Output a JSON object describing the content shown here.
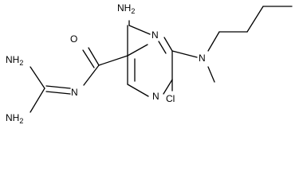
{
  "molecule": {
    "atoms": {
      "amino_top": "NH2",
      "carbonyl_oxygen": "O",
      "ring_nitrogen_top": "N",
      "ring_nitrogen_bottom": "N",
      "amine_nitrogen": "N",
      "chlorine": "Cl",
      "imine_nitrogen": "N",
      "guanidine_amino_top": "NH2",
      "guanidine_amino_bottom": "NH2"
    }
  }
}
